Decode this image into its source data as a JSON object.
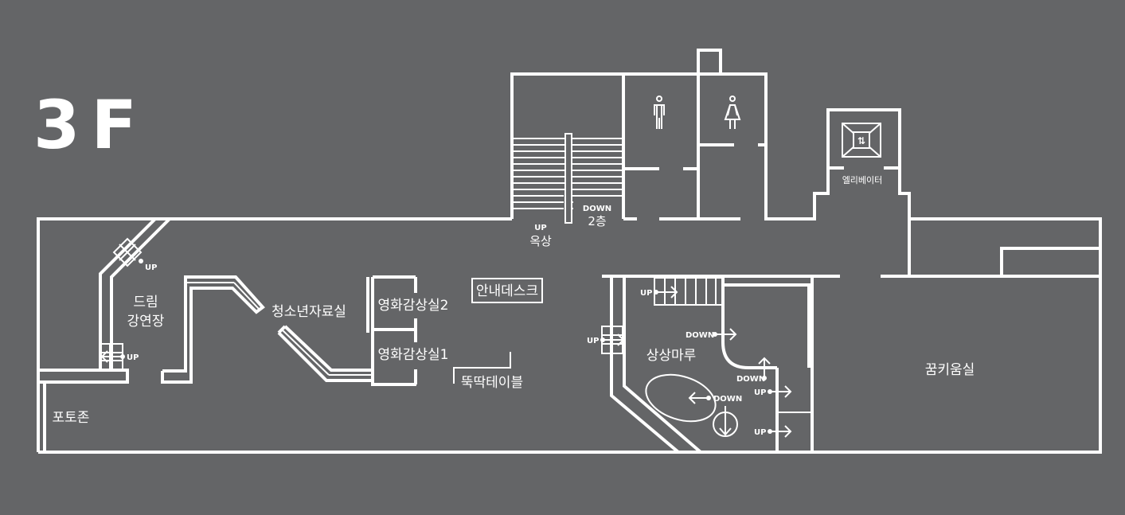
{
  "floor_label": "3F",
  "colors": {
    "background": "#646567",
    "line": "#ffffff"
  },
  "rooms": {
    "dream_hall_line1": "드림",
    "dream_hall_line2": "강연장",
    "youth_library": "청소년자료실",
    "cinema_room_2": "영화감상실2",
    "cinema_room_1": "영화감상실1",
    "info_desk": "안내데스크",
    "ttukttak_table": "뚝딱테이블",
    "photo_zone": "포토존",
    "sangsang_maru": "상상마루",
    "kkumkium_room": "꿈키움실",
    "elevator": "엘리베이터"
  },
  "markers": {
    "up": "UP",
    "down": "DOWN",
    "rooftop": "옥상",
    "floor_2": "2층"
  },
  "icons": [
    "male-restroom-icon",
    "female-restroom-icon",
    "elevator-icon",
    "up-arrow-icon",
    "down-arrow-icon"
  ]
}
